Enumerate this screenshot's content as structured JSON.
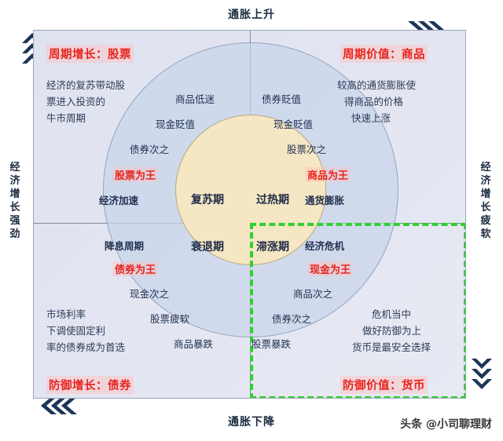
{
  "axes": {
    "top": "通胀上升",
    "bottom": "通胀下降",
    "left": "经济增长强劲",
    "right": "经济增长疲软"
  },
  "quadrants": {
    "top_left": {
      "header": "周期增长：股票",
      "description": [
        "经济的复苏带动股",
        "票进入投资的",
        "牛市周期"
      ],
      "ranking": [
        "商品低迷",
        "现金贬值",
        "债券次之"
      ],
      "king": "股票为王",
      "condition": "经济加速",
      "phase": "复苏期"
    },
    "top_right": {
      "header": "周期价值：商品",
      "description": [
        "较高的通货膨胀使",
        "得商品的价格",
        "快速上涨"
      ],
      "ranking": [
        "债券贬值",
        "现金贬值",
        "股票次之"
      ],
      "king": "商品为王",
      "condition": "通货膨胀",
      "phase": "过热期"
    },
    "bottom_left": {
      "header": "防御增长：债券",
      "description": [
        "市场利率",
        "下调使固定利",
        "率的债券成为首选"
      ],
      "ranking": [
        "现金次之",
        "股票疲软",
        "商品暴跌"
      ],
      "king": "债券为王",
      "condition": "降息周期",
      "phase": "衰退期"
    },
    "bottom_right": {
      "header": "防御价值：货币",
      "description": [
        "危机当中",
        "做好防御为上",
        "货币是最安全选择"
      ],
      "ranking": [
        "商品次之",
        "债券次之",
        "股票暴跌"
      ],
      "king": "现金为王",
      "condition": "经济危机",
      "phase": "滞涨期"
    }
  },
  "watermark": "头条 @小司聊理财",
  "colors": {
    "accent_red": "#e8241c",
    "plot_fill": "#e2e5f1",
    "outer_ring": "#c8d4ea",
    "inner_ring": "#f5e6c4",
    "highlight_green": "#2fd02f",
    "text_dark": "#223150"
  }
}
